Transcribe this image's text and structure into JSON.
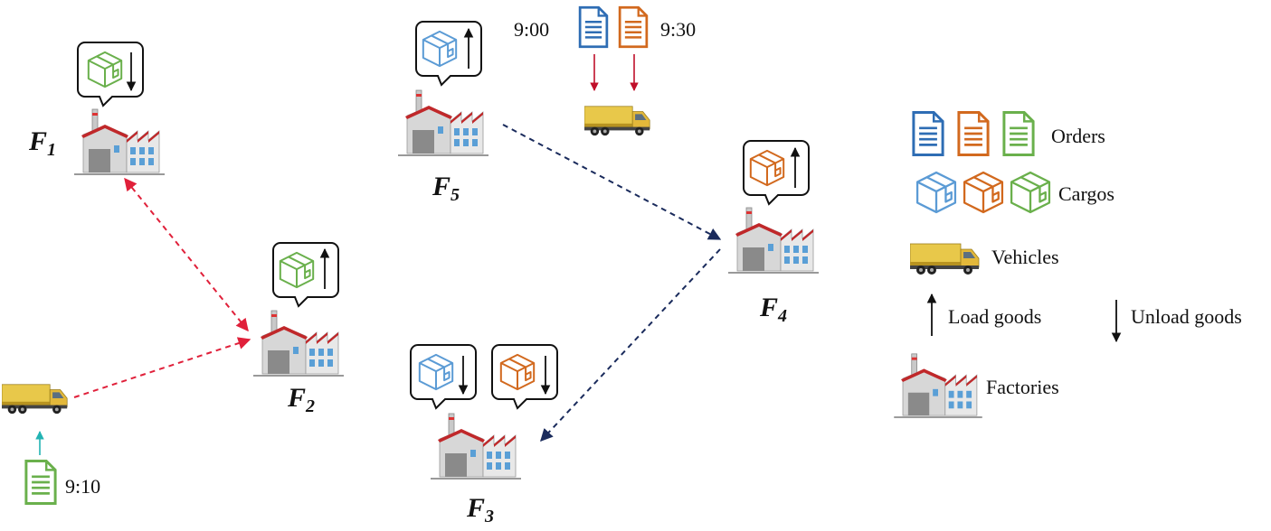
{
  "factories": [
    {
      "id": "f1",
      "letter": "F",
      "index": "1"
    },
    {
      "id": "f2",
      "letter": "F",
      "index": "2"
    },
    {
      "id": "f3",
      "letter": "F",
      "index": "3"
    },
    {
      "id": "f4",
      "letter": "F",
      "index": "4"
    },
    {
      "id": "f5",
      "letter": "F",
      "index": "5"
    }
  ],
  "order_times": {
    "blue": "9:00",
    "orange": "9:30",
    "green": "9:10"
  },
  "legend": {
    "orders": "Orders",
    "cargos": "Cargos",
    "vehicles": "Vehicles",
    "load": "Load goods",
    "unload": "Unload goods",
    "factories": "Factories"
  },
  "colors": {
    "blue": "#2e6db4",
    "blue_cargo": "#5b9bd5",
    "orange": "#d2691e",
    "green": "#6ab04c",
    "red_route": "#e0203a",
    "navy_route": "#1a2b5c",
    "teal_arrow": "#22b3b3",
    "truck_yellow": "#e8c84a"
  },
  "icons": [
    "factory-icon",
    "cargo-box-icon",
    "order-document-icon",
    "truck-icon",
    "load-arrow-icon",
    "unload-arrow-icon"
  ]
}
